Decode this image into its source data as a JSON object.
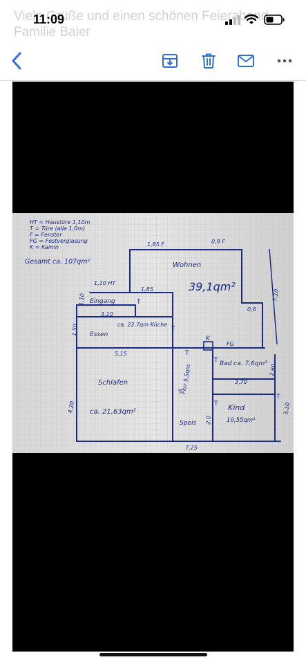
{
  "status_bar": {
    "time": "11:09"
  },
  "background_message": {
    "text": "Viele Grüße und einen schönen Feierabend Familie Baier"
  },
  "toolbar": {
    "back": "chevron-left-icon",
    "archive": "archive-icon",
    "delete": "trash-icon",
    "mail": "mail-icon",
    "more": "more-icon"
  },
  "colors": {
    "accent": "#2f6fd1",
    "ink": "#1a2a8a"
  },
  "floor_plan": {
    "legend": [
      "HT = Haustüre 1,10m",
      "T = Türe (alle 1,0m)",
      "F = Fenster",
      "FG = Festverglasung",
      "K = Kamin"
    ],
    "total": "Gesamt ca. 107qm²",
    "labels": {
      "wohnen": "Wohnen",
      "wohnen_area": "39,1qm²",
      "eingang": "Eingang",
      "essen": "Essen",
      "kueche_area": "ca. 22,7qm Küche",
      "schlafen": "Schlafen",
      "schlafen_area": "ca. 21,63qm²",
      "bad": "Bad ca. 7,6qm²",
      "kind": "Kind",
      "kind_area": "10,55qm²",
      "speis": "Speis",
      "flur": "Flur 5,5qm",
      "k": "K",
      "fg": "FG"
    },
    "dims": {
      "d1": "1,85 F",
      "d2": "0,9 F",
      "d3": "1,10 HT",
      "d4": "1,85",
      "d5": "7,10",
      "d6": "0,6",
      "d7": "1,10",
      "d8": "3,10",
      "d9": "1,50",
      "d10": "5,15",
      "d11": "4,20",
      "d12": "3,70",
      "d13": "2,60",
      "d14": "3,10",
      "d15": "7,25",
      "d16": "2,0",
      "t": "T"
    }
  }
}
